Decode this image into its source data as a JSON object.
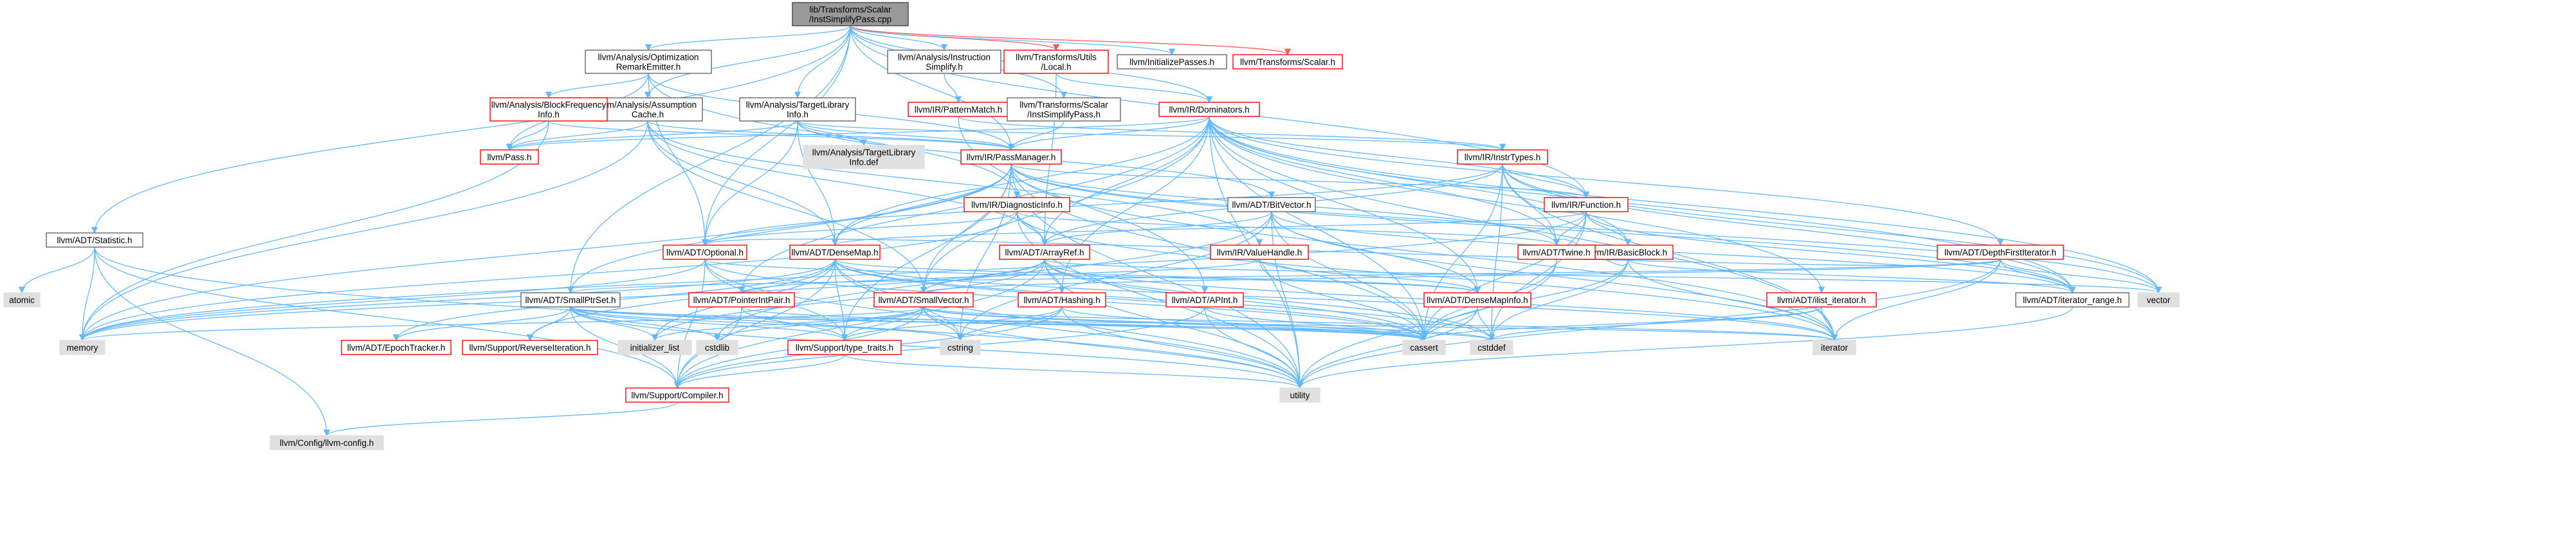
{
  "colors": {
    "root_fill": "#999999",
    "normal_fill": "#ffffff",
    "system_fill": "#e0e0e0",
    "border_red": "#ff0000",
    "border_gray": "#666666",
    "border_dark": "#444444",
    "edge_blue": "#63b8ff",
    "edge_red": "#ff5a5a",
    "text": "#000000"
  },
  "nodes": [
    {
      "id": "root",
      "lines": [
        "lib/Transforms/Scalar",
        "/InstSimplifyPass.cpp"
      ],
      "kind": "root"
    },
    {
      "id": "statistic",
      "lines": [
        "llvm/ADT/Statistic.h"
      ],
      "kind": "normal"
    },
    {
      "id": "ore",
      "lines": [
        "llvm/Analysis/Optimization",
        "RemarkEmitter.h"
      ],
      "kind": "normal"
    },
    {
      "id": "assumption",
      "lines": [
        "llvm/Analysis/Assumption",
        "Cache.h"
      ],
      "kind": "normal"
    },
    {
      "id": "tli",
      "lines": [
        "llvm/Analysis/TargetLibrary",
        "Info.h"
      ],
      "kind": "normal"
    },
    {
      "id": "instsimplify",
      "lines": [
        "llvm/Analysis/Instruction",
        "Simplify.h"
      ],
      "kind": "normal"
    },
    {
      "id": "local",
      "lines": [
        "llvm/Transforms/Utils",
        "/Local.h"
      ],
      "kind": "red"
    },
    {
      "id": "initpasses",
      "lines": [
        "llvm/InitializePasses.h"
      ],
      "kind": "normal"
    },
    {
      "id": "scalarh",
      "lines": [
        "llvm/Transforms/Scalar.h"
      ],
      "kind": "red"
    },
    {
      "id": "bfi",
      "lines": [
        "llvm/Analysis/BlockFrequency",
        "Info.h"
      ],
      "kind": "red"
    },
    {
      "id": "patternmatch",
      "lines": [
        "llvm/IR/PatternMatch.h"
      ],
      "kind": "red"
    },
    {
      "id": "instsimplifypass",
      "lines": [
        "llvm/Transforms/Scalar",
        "/InstSimplifyPass.h"
      ],
      "kind": "normal"
    },
    {
      "id": "dominators",
      "lines": [
        "llvm/IR/Dominators.h"
      ],
      "kind": "red"
    },
    {
      "id": "pass",
      "lines": [
        "llvm/Pass.h"
      ],
      "kind": "red"
    },
    {
      "id": "tlidef",
      "lines": [
        "llvm/Analysis/TargetLibrary",
        "Info.def"
      ],
      "kind": "system"
    },
    {
      "id": "passmanager",
      "lines": [
        "llvm/IR/PassManager.h"
      ],
      "kind": "red"
    },
    {
      "id": "insttypes",
      "lines": [
        "llvm/IR/InstrTypes.h"
      ],
      "kind": "red"
    },
    {
      "id": "function",
      "lines": [
        "llvm/IR/Function.h"
      ],
      "kind": "red"
    },
    {
      "id": "diaginfo",
      "lines": [
        "llvm/IR/DiagnosticInfo.h"
      ],
      "kind": "red"
    },
    {
      "id": "bitvector",
      "lines": [
        "llvm/ADT/BitVector.h"
      ],
      "kind": "normal"
    },
    {
      "id": "basicblock",
      "lines": [
        "llvm/IR/BasicBlock.h"
      ],
      "kind": "red"
    },
    {
      "id": "dfi",
      "lines": [
        "llvm/ADT/DepthFirstIterator.h"
      ],
      "kind": "red"
    },
    {
      "id": "optional",
      "lines": [
        "llvm/ADT/Optional.h"
      ],
      "kind": "red"
    },
    {
      "id": "densemap",
      "lines": [
        "llvm/ADT/DenseMap.h"
      ],
      "kind": "red"
    },
    {
      "id": "arrayref",
      "lines": [
        "llvm/ADT/ArrayRef.h"
      ],
      "kind": "red"
    },
    {
      "id": "valuehandle",
      "lines": [
        "llvm/IR/ValueHandle.h"
      ],
      "kind": "red"
    },
    {
      "id": "twine",
      "lines": [
        "llvm/ADT/Twine.h"
      ],
      "kind": "red"
    },
    {
      "id": "iterrange",
      "lines": [
        "llvm/ADT/iterator_range.h"
      ],
      "kind": "normal"
    },
    {
      "id": "atomic",
      "lines": [
        "atomic"
      ],
      "kind": "system"
    },
    {
      "id": "smallptrset",
      "lines": [
        "llvm/ADT/SmallPtrSet.h"
      ],
      "kind": "normal"
    },
    {
      "id": "ptrintpair",
      "lines": [
        "llvm/ADT/PointerIntPair.h"
      ],
      "kind": "red"
    },
    {
      "id": "smallvector",
      "lines": [
        "llvm/ADT/SmallVector.h"
      ],
      "kind": "red"
    },
    {
      "id": "hashing",
      "lines": [
        "llvm/ADT/Hashing.h"
      ],
      "kind": "red"
    },
    {
      "id": "apint",
      "lines": [
        "llvm/ADT/APInt.h"
      ],
      "kind": "red"
    },
    {
      "id": "densemapinfo",
      "lines": [
        "llvm/ADT/DenseMapInfo.h"
      ],
      "kind": "red"
    },
    {
      "id": "ilistiter",
      "lines": [
        "llvm/ADT/ilist_iterator.h"
      ],
      "kind": "red"
    },
    {
      "id": "vector",
      "lines": [
        "vector"
      ],
      "kind": "system"
    },
    {
      "id": "memory",
      "lines": [
        "memory"
      ],
      "kind": "system"
    },
    {
      "id": "epoch",
      "lines": [
        "llvm/ADT/EpochTracker.h"
      ],
      "kind": "red"
    },
    {
      "id": "reverseiter",
      "lines": [
        "llvm/Support/ReverseIteration.h"
      ],
      "kind": "red"
    },
    {
      "id": "initlist",
      "lines": [
        "initializer_list"
      ],
      "kind": "system"
    },
    {
      "id": "cstdlib",
      "lines": [
        "cstdlib"
      ],
      "kind": "system"
    },
    {
      "id": "typetraits",
      "lines": [
        "llvm/Support/type_traits.h"
      ],
      "kind": "red"
    },
    {
      "id": "cstring",
      "lines": [
        "cstring"
      ],
      "kind": "system"
    },
    {
      "id": "cassert",
      "lines": [
        "cassert"
      ],
      "kind": "system"
    },
    {
      "id": "cstddef",
      "lines": [
        "cstddef"
      ],
      "kind": "system"
    },
    {
      "id": "iterator",
      "lines": [
        "iterator"
      ],
      "kind": "system"
    },
    {
      "id": "compiler",
      "lines": [
        "llvm/Support/Compiler.h"
      ],
      "kind": "red"
    },
    {
      "id": "utility",
      "lines": [
        "utility"
      ],
      "kind": "system"
    },
    {
      "id": "config",
      "lines": [
        "llvm/Config/llvm-config.h"
      ],
      "kind": "system"
    }
  ],
  "edges": [
    [
      "root",
      "statistic"
    ],
    [
      "root",
      "ore"
    ],
    [
      "root",
      "assumption"
    ],
    [
      "root",
      "tli"
    ],
    [
      "root",
      "instsimplify"
    ],
    [
      "root",
      "local"
    ],
    [
      "root",
      "initpasses"
    ],
    [
      "root",
      "scalarh"
    ],
    [
      "root",
      "instsimplifypass"
    ],
    [
      "root",
      "dominators"
    ],
    [
      "root",
      "function"
    ],
    [
      "root",
      "passmanager"
    ],
    [
      "root",
      "smallptrset"
    ],
    [
      "root",
      "optional"
    ],
    [
      "statistic",
      "atomic"
    ],
    [
      "statistic",
      "memory"
    ],
    [
      "statistic",
      "compiler"
    ],
    [
      "statistic",
      "config"
    ],
    [
      "statistic",
      "utility"
    ],
    [
      "ore",
      "bfi"
    ],
    [
      "ore",
      "pass"
    ],
    [
      "ore",
      "diaginfo"
    ],
    [
      "ore",
      "passmanager"
    ],
    [
      "ore",
      "optional"
    ],
    [
      "bfi",
      "pass"
    ],
    [
      "bfi",
      "passmanager"
    ],
    [
      "bfi",
      "memory"
    ],
    [
      "assumption",
      "pass"
    ],
    [
      "assumption",
      "passmanager"
    ],
    [
      "assumption",
      "densemap"
    ],
    [
      "assumption",
      "arrayref"
    ],
    [
      "assumption",
      "smallvector"
    ],
    [
      "assumption",
      "valuehandle"
    ],
    [
      "assumption",
      "memory"
    ],
    [
      "tli",
      "pass"
    ],
    [
      "tli",
      "tlidef"
    ],
    [
      "tli",
      "passmanager"
    ],
    [
      "tli",
      "densemap"
    ],
    [
      "tli",
      "optional"
    ],
    [
      "tli",
      "bitvector"
    ],
    [
      "tli",
      "insttypes"
    ],
    [
      "instsimplify",
      "patternmatch"
    ],
    [
      "patternmatch",
      "insttypes"
    ],
    [
      "patternmatch",
      "apint"
    ],
    [
      "local",
      "dominators"
    ],
    [
      "local",
      "arrayref"
    ],
    [
      "instsimplifypass",
      "passmanager"
    ],
    [
      "dominators",
      "pass"
    ],
    [
      "dominators",
      "passmanager"
    ],
    [
      "dominators",
      "function"
    ],
    [
      "dominators",
      "basicblock"
    ],
    [
      "dominators",
      "dfi"
    ],
    [
      "dominators",
      "densemap"
    ],
    [
      "dominators",
      "arrayref"
    ],
    [
      "dominators",
      "twine"
    ],
    [
      "dominators",
      "iterrange"
    ],
    [
      "dominators",
      "smallvector"
    ],
    [
      "dominators",
      "hashing"
    ],
    [
      "dominators",
      "densemapinfo"
    ],
    [
      "dominators",
      "ilistiter"
    ],
    [
      "dominators",
      "ptrintpair"
    ],
    [
      "dominators",
      "utility"
    ],
    [
      "dominators",
      "vector"
    ],
    [
      "dominators",
      "cassert"
    ],
    [
      "dominators",
      "iterator"
    ],
    [
      "passmanager",
      "function"
    ],
    [
      "passmanager",
      "densemap"
    ],
    [
      "passmanager",
      "smallptrset"
    ],
    [
      "passmanager",
      "smallvector"
    ],
    [
      "passmanager",
      "twine"
    ],
    [
      "passmanager",
      "memory"
    ],
    [
      "passmanager",
      "vector"
    ],
    [
      "passmanager",
      "cstring"
    ],
    [
      "passmanager",
      "iterator"
    ],
    [
      "passmanager",
      "utility"
    ],
    [
      "passmanager",
      "typetraits"
    ],
    [
      "passmanager",
      "cassert"
    ],
    [
      "passmanager",
      "iterrange"
    ],
    [
      "insttypes",
      "function"
    ],
    [
      "insttypes",
      "optional"
    ],
    [
      "insttypes",
      "arrayref"
    ],
    [
      "insttypes",
      "twine"
    ],
    [
      "insttypes",
      "iterrange"
    ],
    [
      "insttypes",
      "cassert"
    ],
    [
      "insttypes",
      "cstddef"
    ],
    [
      "insttypes",
      "vector"
    ],
    [
      "insttypes",
      "iterator"
    ],
    [
      "function",
      "basicblock"
    ],
    [
      "function",
      "densemap"
    ],
    [
      "function",
      "twine"
    ],
    [
      "function",
      "iterrange"
    ],
    [
      "function",
      "cassert"
    ],
    [
      "function",
      "cstddef"
    ],
    [
      "function",
      "memory"
    ],
    [
      "diaginfo",
      "arrayref"
    ],
    [
      "diaginfo",
      "optional"
    ],
    [
      "diaginfo",
      "twine"
    ],
    [
      "diaginfo",
      "iterator"
    ],
    [
      "diaginfo",
      "memory"
    ],
    [
      "diaginfo",
      "utility"
    ],
    [
      "bitvector",
      "arrayref"
    ],
    [
      "bitvector",
      "densemapinfo"
    ],
    [
      "bitvector",
      "cassert"
    ],
    [
      "bitvector",
      "iterrange"
    ],
    [
      "bitvector",
      "utility"
    ],
    [
      "bitvector",
      "cstdlib"
    ],
    [
      "bitvector",
      "cstring"
    ],
    [
      "bitvector",
      "iterator"
    ],
    [
      "basicblock",
      "twine"
    ],
    [
      "basicblock",
      "iterrange"
    ],
    [
      "basicblock",
      "cassert"
    ],
    [
      "basicblock",
      "cstddef"
    ],
    [
      "basicblock",
      "iterator"
    ],
    [
      "dfi",
      "optional"
    ],
    [
      "dfi",
      "smallptrset"
    ],
    [
      "dfi",
      "smallvector"
    ],
    [
      "dfi",
      "iterrange"
    ],
    [
      "dfi",
      "iterator"
    ],
    [
      "dfi",
      "vector"
    ],
    [
      "dfi",
      "utility"
    ],
    [
      "optional",
      "densemapinfo"
    ],
    [
      "optional",
      "compiler"
    ],
    [
      "optional",
      "typetraits"
    ],
    [
      "optional",
      "cassert"
    ],
    [
      "optional",
      "memory"
    ],
    [
      "optional",
      "utility"
    ],
    [
      "densemap",
      "densemapinfo"
    ],
    [
      "densemap",
      "epoch"
    ],
    [
      "densemap",
      "reverseiter"
    ],
    [
      "densemap",
      "typetraits"
    ],
    [
      "densemap",
      "compiler"
    ],
    [
      "densemap",
      "cassert"
    ],
    [
      "densemap",
      "cstddef"
    ],
    [
      "densemap",
      "cstring"
    ],
    [
      "densemap",
      "initlist"
    ],
    [
      "densemap",
      "iterator"
    ],
    [
      "densemap",
      "utility"
    ],
    [
      "densemap",
      "memory"
    ],
    [
      "arrayref",
      "hashing"
    ],
    [
      "arrayref",
      "smallvector"
    ],
    [
      "arrayref",
      "compiler"
    ],
    [
      "arrayref",
      "cassert"
    ],
    [
      "arrayref",
      "cstddef"
    ],
    [
      "arrayref",
      "initlist"
    ],
    [
      "arrayref",
      "iterator"
    ],
    [
      "arrayref",
      "memory"
    ],
    [
      "arrayref",
      "vector"
    ],
    [
      "arrayref",
      "utility"
    ],
    [
      "valuehandle",
      "densemapinfo"
    ],
    [
      "valuehandle",
      "ptrintpair"
    ],
    [
      "valuehandle",
      "cassert"
    ],
    [
      "twine",
      "cassert"
    ],
    [
      "twine",
      "cstdint"
    ],
    [
      "twine",
      "utility"
    ],
    [
      "iterrange",
      "utility"
    ],
    [
      "smallptrset",
      "epoch"
    ],
    [
      "smallptrset",
      "reverseiter"
    ],
    [
      "smallptrset",
      "typetraits"
    ],
    [
      "smallptrset",
      "compiler"
    ],
    [
      "smallptrset",
      "cassert"
    ],
    [
      "smallptrset",
      "cstddef"
    ],
    [
      "smallptrset",
      "cstdlib"
    ],
    [
      "smallptrset",
      "cstring"
    ],
    [
      "smallptrset",
      "initlist"
    ],
    [
      "smallptrset",
      "iterator"
    ],
    [
      "smallptrset",
      "utility"
    ],
    [
      "ptrintpair",
      "compiler"
    ],
    [
      "ptrintpair",
      "typetraits"
    ],
    [
      "ptrintpair",
      "cassert"
    ],
    [
      "smallvector",
      "compiler"
    ],
    [
      "smallvector",
      "typetraits"
    ],
    [
      "smallvector",
      "cassert"
    ],
    [
      "smallvector",
      "cstddef"
    ],
    [
      "smallvector",
      "cstdlib"
    ],
    [
      "smallvector",
      "cstring"
    ],
    [
      "smallvector",
      "initlist"
    ],
    [
      "smallvector",
      "iterator"
    ],
    [
      "smallvector",
      "memory"
    ],
    [
      "smallvector",
      "utility"
    ],
    [
      "hashing",
      "compiler"
    ],
    [
      "hashing",
      "typetraits"
    ],
    [
      "hashing",
      "cassert"
    ],
    [
      "hashing",
      "cstring"
    ],
    [
      "hashing",
      "utility"
    ],
    [
      "apint",
      "compiler"
    ],
    [
      "apint",
      "cassert"
    ],
    [
      "apint",
      "utility"
    ],
    [
      "densemapinfo",
      "cassert"
    ],
    [
      "densemapinfo",
      "cstddef"
    ],
    [
      "densemapinfo",
      "utility"
    ],
    [
      "ilistiter",
      "cassert"
    ],
    [
      "ilistiter",
      "cstddef"
    ],
    [
      "ilistiter",
      "iterator"
    ],
    [
      "typetraits",
      "compiler"
    ],
    [
      "typetraits",
      "utility"
    ],
    [
      "compiler",
      "config"
    ]
  ]
}
